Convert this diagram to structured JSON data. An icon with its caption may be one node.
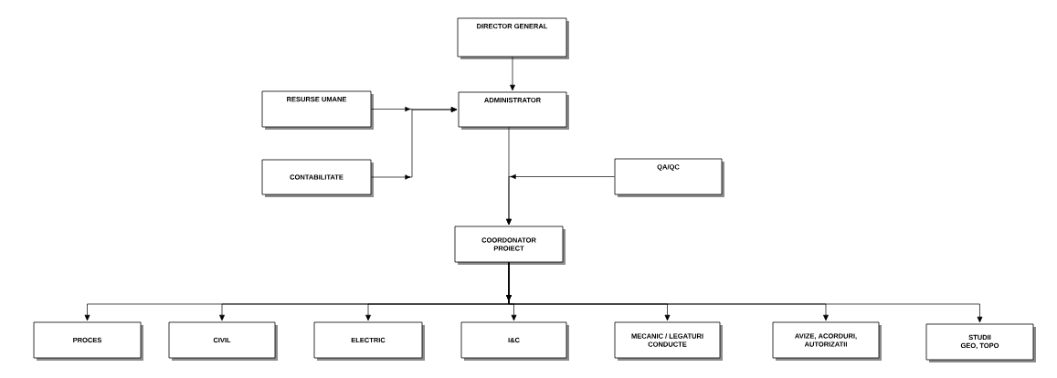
{
  "diagram": {
    "nodes": [
      {
        "text": [
          "DIRECTOR GENERAL"
        ]
      },
      {
        "text": [
          "RESURSE UMANE"
        ]
      },
      {
        "text": [
          "ADMINISTRATOR"
        ]
      },
      {
        "text": [
          "CONTABILITATE"
        ]
      },
      {
        "text": [
          "QA/QC"
        ]
      },
      {
        "text": [
          "COORDONATOR PROIECT"
        ]
      },
      {
        "text": [
          "PROCES"
        ]
      },
      {
        "text": [
          "CIVIL"
        ]
      },
      {
        "text": [
          "ELECTRIC"
        ]
      },
      {
        "text": [
          "I&C"
        ]
      },
      {
        "text": [
          "MECANIC / LEGATURI CONDUCTE"
        ]
      },
      {
        "text": [
          "AVIZE, ACORDURI, AUTORIZATII"
        ]
      },
      {
        "text": [
          "STUDII GEO, TOPO"
        ]
      }
    ],
    "edges": [
      {
        "from": 0,
        "to": 2,
        "arrow": "to"
      },
      {
        "from": 1,
        "to": 2,
        "arrow": "to"
      },
      {
        "from": 3,
        "to": 2,
        "arrow": "to"
      },
      {
        "from": 2,
        "to": 5,
        "arrow": "to"
      },
      {
        "from": 4,
        "to": 5,
        "arrow": "to"
      },
      {
        "from": 5,
        "to": 6,
        "arrow": "to"
      },
      {
        "from": 5,
        "to": 7,
        "arrow": "to"
      },
      {
        "from": 5,
        "to": 8,
        "arrow": "to"
      },
      {
        "from": 5,
        "to": 9,
        "arrow": "to"
      },
      {
        "from": 5,
        "to": 10,
        "arrow": "to"
      },
      {
        "from": 5,
        "to": 11,
        "arrow": "to"
      },
      {
        "from": 5,
        "to": 12,
        "arrow": "to"
      }
    ]
  }
}
